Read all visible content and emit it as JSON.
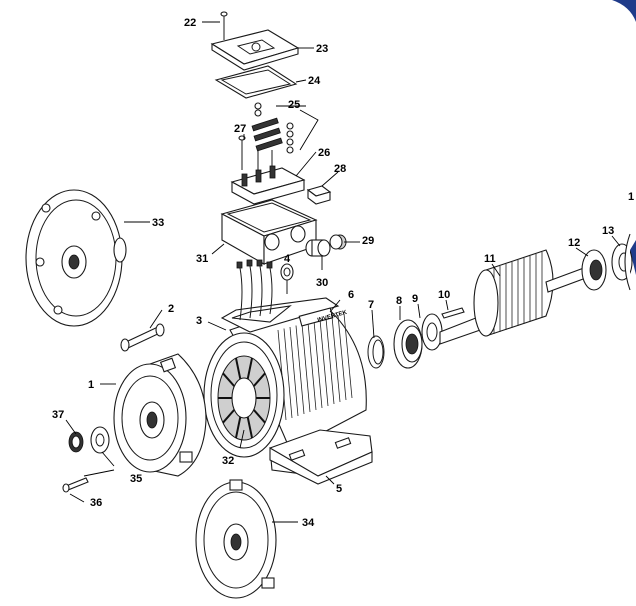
{
  "labels": {
    "1": "1",
    "2": "2",
    "3": "3",
    "4": "4",
    "5": "5",
    "6": "6",
    "7": "7",
    "8": "8",
    "9": "9",
    "10": "10",
    "11": "11",
    "12": "12",
    "13": "13",
    "14": "1",
    "22": "22",
    "23": "23",
    "24": "24",
    "25": "25",
    "26": "26",
    "27": "27",
    "28": "28",
    "29": "29",
    "30": "30",
    "31": "31",
    "32": "32",
    "33": "33",
    "34": "34",
    "35": "35",
    "36": "36",
    "37": "37"
  },
  "brand_text": "INVERTEK",
  "colors": {
    "frame_accent": "#1f3b8a",
    "line": "#1a1a1a"
  }
}
